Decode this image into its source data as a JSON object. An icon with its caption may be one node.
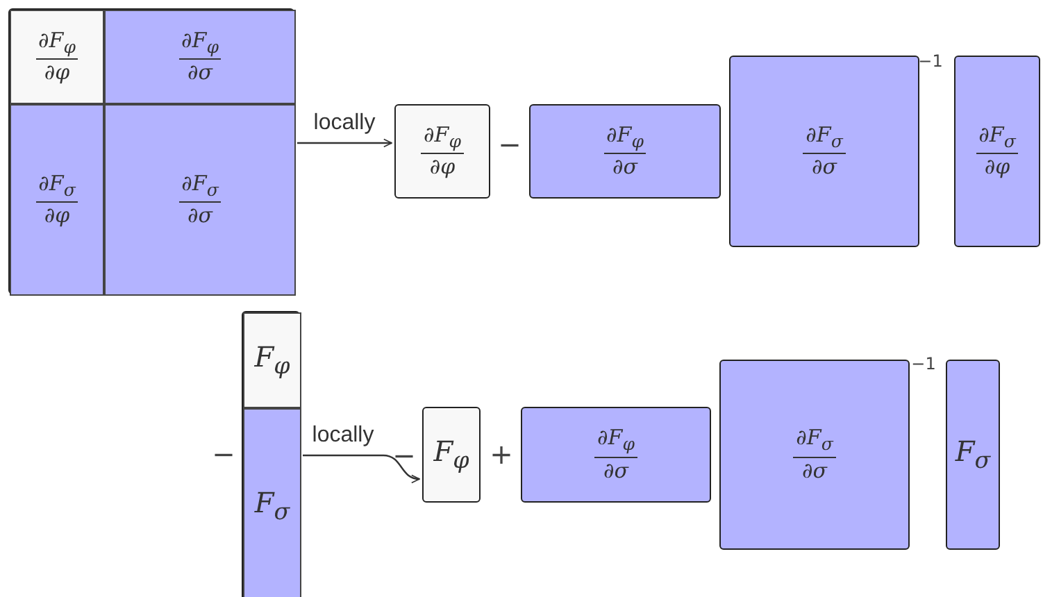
{
  "diagram": {
    "nodes": [
      {
        "text": [],
        "shape": "box"
      },
      {
        "text": [
          "∂F$_{φ}$",
          "∂φ"
        ],
        "in": 0
      },
      {
        "text": [
          "∂F$_{φ}$",
          "∂σ"
        ],
        "in": 0
      },
      {
        "text": [
          "∂F$_{σ}$",
          "∂φ"
        ],
        "in": 0
      },
      {
        "text": [
          "∂F$_{σ}$",
          "∂σ"
        ],
        "in": 0
      },
      {
        "text": [
          "∂F$_{φ}$",
          "∂φ"
        ]
      },
      {
        "text": [
          "∂F$_{φ}$",
          "∂σ"
        ]
      },
      {
        "text": [
          "∂F$_{σ}$",
          "∂σ"
        ]
      },
      {
        "text": [
          "∂F$_{σ}$",
          "∂φ"
        ]
      },
      {
        "text": [],
        "shape": "box"
      },
      {
        "text": [
          "F$_{φ}$"
        ],
        "in": 9
      },
      {
        "text": [
          "F$_{σ}$"
        ],
        "in": 9
      },
      {
        "text": [
          "F$_{φ}$"
        ]
      },
      {
        "text": [
          "∂F$_{φ}$",
          "∂σ"
        ]
      },
      {
        "text": [
          "∂F$_{σ}$",
          "∂σ"
        ]
      },
      {
        "text": [
          "F$_{σ}$"
        ]
      }
    ],
    "edges": [
      {
        "from": 0,
        "to": 5,
        "arrow": "to",
        "label": "locally"
      },
      {
        "from": 9,
        "to": 12,
        "arrow": "to",
        "label": "locally"
      }
    ],
    "labels": [
      "−",
      "−1",
      "−",
      "−",
      "+",
      "−1"
    ]
  }
}
